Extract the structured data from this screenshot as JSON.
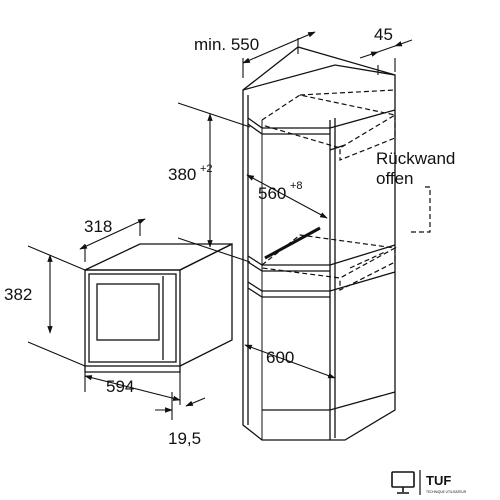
{
  "dimensions": {
    "cabinet_width": "min. 550",
    "cabinet_side": "45",
    "niche_height": "380",
    "niche_height_tol": "+2",
    "niche_width": "560",
    "niche_width_tol": "+8",
    "cabinet_depth": "600",
    "appliance_depth": "318",
    "appliance_height": "382",
    "appliance_width": "594",
    "front_thickness": "19,5"
  },
  "note": {
    "line1": "Rückwand",
    "line2": "offen"
  },
  "brand": {
    "name": "TUF",
    "tagline": "TECHNIQUE UTILISATEUR"
  }
}
